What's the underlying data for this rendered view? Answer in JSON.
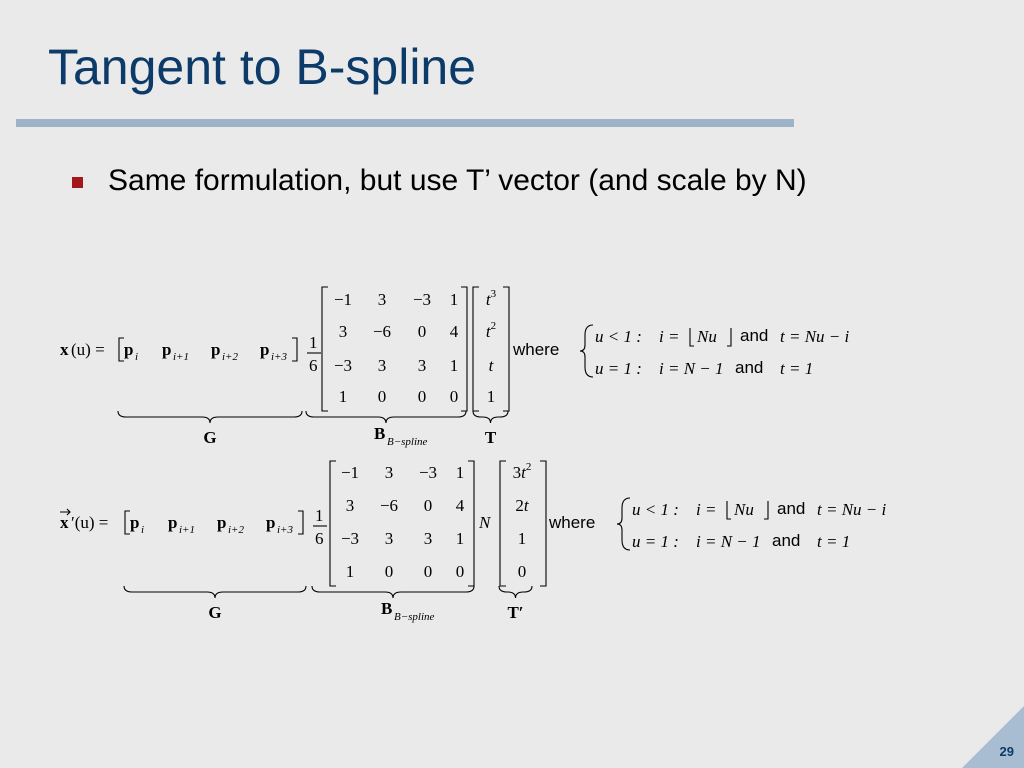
{
  "slide": {
    "title": "Tangent to B-spline",
    "bullet": "Same formulation, but use T’ vector (and scale by N)",
    "page_number": "29"
  },
  "equation1": {
    "lhs": "x",
    "lhs_arg": "(u) =",
    "geometry": [
      {
        "p": "p",
        "sub": "i"
      },
      {
        "p": "p",
        "sub": "i+1"
      },
      {
        "p": "p",
        "sub": "i+2"
      },
      {
        "p": "p",
        "sub": "i+3"
      }
    ],
    "scale_numerator": "1",
    "scale_denominator": "6",
    "basis_matrix": [
      [
        "−1",
        "3",
        "−3",
        "1"
      ],
      [
        "3",
        "−6",
        "0",
        "4"
      ],
      [
        "−3",
        "3",
        "3",
        "1"
      ],
      [
        "1",
        "0",
        "0",
        "0"
      ]
    ],
    "t_vector": [
      {
        "base": "t",
        "exp": "3"
      },
      {
        "base": "t",
        "exp": "2"
      },
      {
        "base": "t",
        "exp": ""
      },
      {
        "base": "1",
        "exp": ""
      }
    ],
    "where": "where",
    "cond1": {
      "lhs": "u < 1 :",
      "i_expr": "i =",
      "floor": "Nu",
      "and": "and",
      "t_expr": "t = Nu − i"
    },
    "cond2": {
      "lhs": "u = 1 :",
      "i_expr": "i = N − 1",
      "and": "and",
      "t_expr": "t = 1"
    },
    "labels": {
      "G": "G",
      "B": "B",
      "B_sub": "B−spline",
      "T": "T"
    }
  },
  "equation2": {
    "lhs": "x",
    "lhs_arg": "′(u) =",
    "geometry": [
      {
        "p": "p",
        "sub": "i"
      },
      {
        "p": "p",
        "sub": "i+1"
      },
      {
        "p": "p",
        "sub": "i+2"
      },
      {
        "p": "p",
        "sub": "i+3"
      }
    ],
    "scale_numerator": "1",
    "scale_denominator": "6",
    "basis_matrix": [
      [
        "−1",
        "3",
        "−3",
        "1"
      ],
      [
        "3",
        "−6",
        "0",
        "4"
      ],
      [
        "−3",
        "3",
        "3",
        "1"
      ],
      [
        "1",
        "0",
        "0",
        "0"
      ]
    ],
    "scale_N": "N",
    "t_vector": [
      {
        "base": "3t",
        "exp": "2"
      },
      {
        "base": "2t",
        "exp": ""
      },
      {
        "base": "1",
        "exp": ""
      },
      {
        "base": "0",
        "exp": ""
      }
    ],
    "where": "where",
    "cond1": {
      "lhs": "u < 1 :",
      "i_expr": "i =",
      "floor": "Nu",
      "and": "and",
      "t_expr": "t = Nu − i"
    },
    "cond2": {
      "lhs": "u = 1 :",
      "i_expr": "i = N − 1",
      "and": "and",
      "t_expr": "t = 1"
    },
    "labels": {
      "G": "G",
      "B": "B",
      "B_sub": "B−spline",
      "T": "T′"
    }
  },
  "colors": {
    "background": "#eaeaea",
    "title": "#0c3b6a",
    "rule": "#9fb3c8",
    "bullet": "#a31818",
    "corner": "#a9bdd2"
  }
}
